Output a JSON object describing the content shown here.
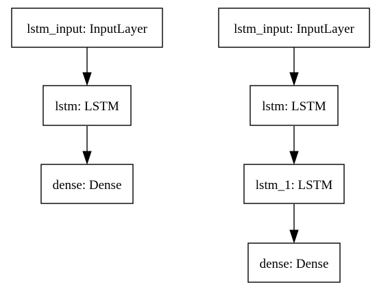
{
  "diagrams": [
    {
      "nodes": [
        {
          "id": "lstm_input",
          "label": "lstm_input: InputLayer"
        },
        {
          "id": "lstm",
          "label": "lstm: LSTM"
        },
        {
          "id": "dense",
          "label": "dense: Dense"
        }
      ],
      "edges": [
        {
          "from": "lstm_input",
          "to": "lstm"
        },
        {
          "from": "lstm",
          "to": "dense"
        }
      ]
    },
    {
      "nodes": [
        {
          "id": "lstm_input",
          "label": "lstm_input: InputLayer"
        },
        {
          "id": "lstm",
          "label": "lstm: LSTM"
        },
        {
          "id": "lstm_1",
          "label": "lstm_1: LSTM"
        },
        {
          "id": "dense",
          "label": "dense: Dense"
        }
      ],
      "edges": [
        {
          "from": "lstm_input",
          "to": "lstm"
        },
        {
          "from": "lstm",
          "to": "lstm_1"
        },
        {
          "from": "lstm_1",
          "to": "dense"
        }
      ]
    }
  ]
}
